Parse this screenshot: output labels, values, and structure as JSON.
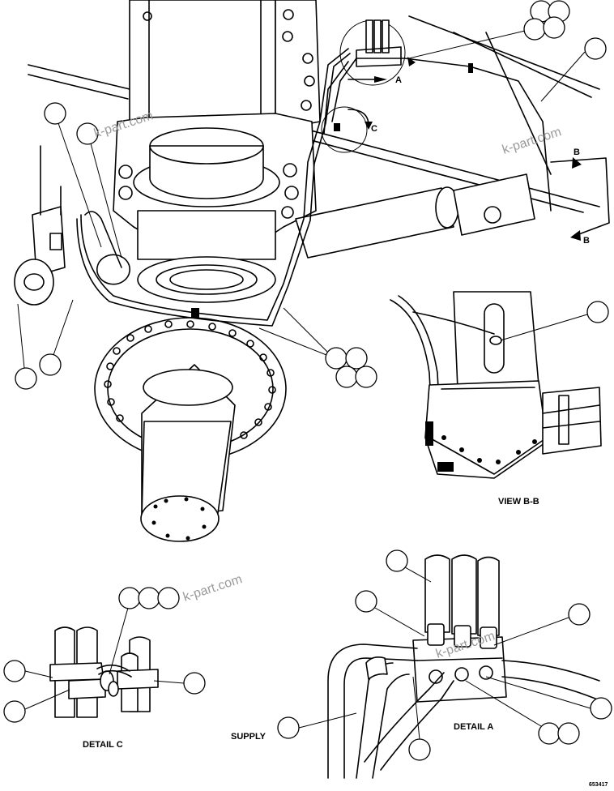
{
  "labels": {
    "view_a": "A",
    "view_b_1": "B",
    "view_b_2": "B",
    "view_c": "C",
    "view_bb": "VIEW B-B",
    "detail_a": "DETAIL A",
    "detail_c": "DETAIL C",
    "supply": "SUPPLY",
    "figure_number": "653417"
  },
  "watermark": {
    "text_1": "k-part.com",
    "text_2": "k-part.com",
    "text_3": "k-part.com",
    "text_4": "k-part.com"
  },
  "colors": {
    "line": "#000000",
    "background": "#ffffff",
    "watermark": "#9a9a9a"
  }
}
